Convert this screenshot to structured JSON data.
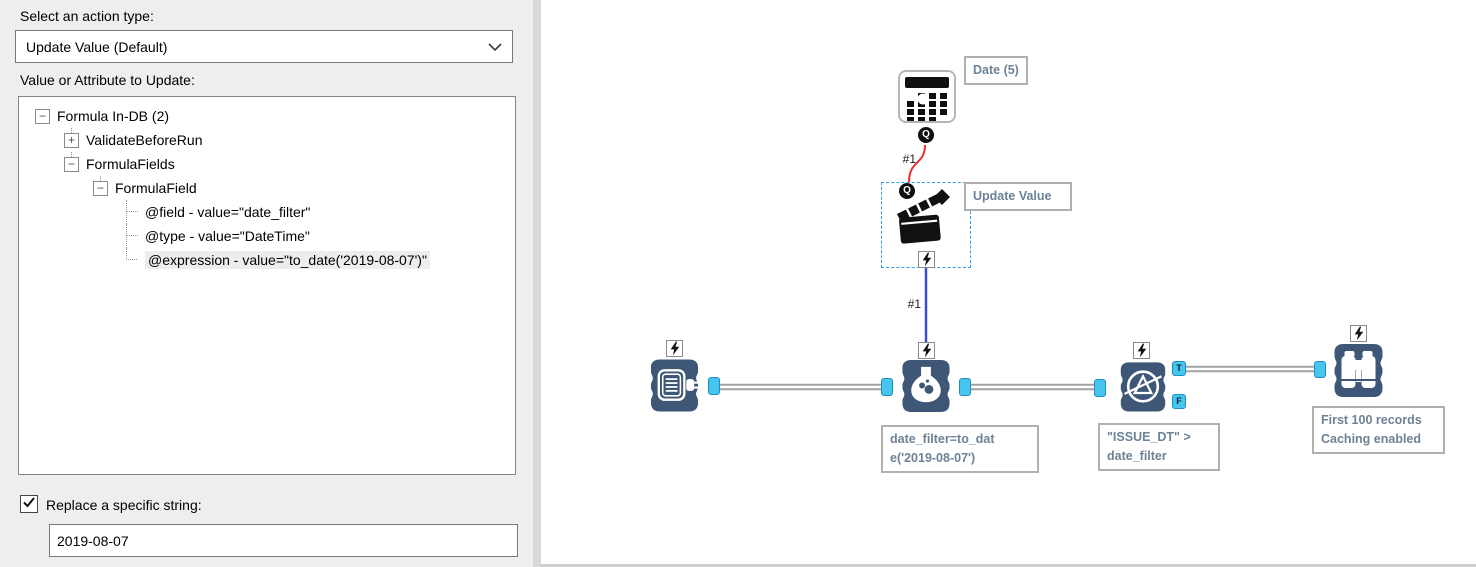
{
  "panel": {
    "action_type_label": "Select an action type:",
    "action_type_value": "Update Value (Default)",
    "attribute_label": "Value or Attribute to Update:",
    "tree": {
      "items": [
        {
          "label": "Formula In-DB (2)",
          "expander": "−"
        },
        {
          "label": "ValidateBeforeRun",
          "expander": "+"
        },
        {
          "label": "FormulaFields",
          "expander": "−"
        },
        {
          "label": "FormulaField",
          "expander": "−"
        },
        {
          "label": "@field - value=\"date_filter\""
        },
        {
          "label": "@type - value=\"DateTime\""
        },
        {
          "label": "@expression - value=\"to_date('2019-08-07')\"",
          "selected": true
        }
      ]
    },
    "replace_label": "Replace a specific string:",
    "replace_value": "2019-08-07"
  },
  "canvas": {
    "q_badge": "Q",
    "connections": {
      "date_to_action_label": "#1",
      "action_to_formula_label": "#1"
    },
    "tools": {
      "date": {
        "annotation": "Date (5)"
      },
      "update_value": {
        "annotation": "Update Value"
      },
      "formula_indb": {
        "annotation": "date_filter=to_dat\ne('2019-08-07')"
      },
      "filter_indb": {
        "annotation": "\"ISSUE_DT\" >\ndate_filter",
        "true_anchor": "T",
        "false_anchor": "F"
      },
      "browse_indb": {
        "annotation": "First 100 records\nCaching enabled"
      }
    },
    "colors": {
      "tool_navy": "#3e5777",
      "anchor_cyan": "#46c6ef",
      "connection_red": "#e5332a",
      "connection_blue": "#3a4cd0",
      "connection_gray": "#a2a2a2",
      "annotation_text": "#6e8296",
      "selection_blue": "#2e9df0"
    }
  }
}
